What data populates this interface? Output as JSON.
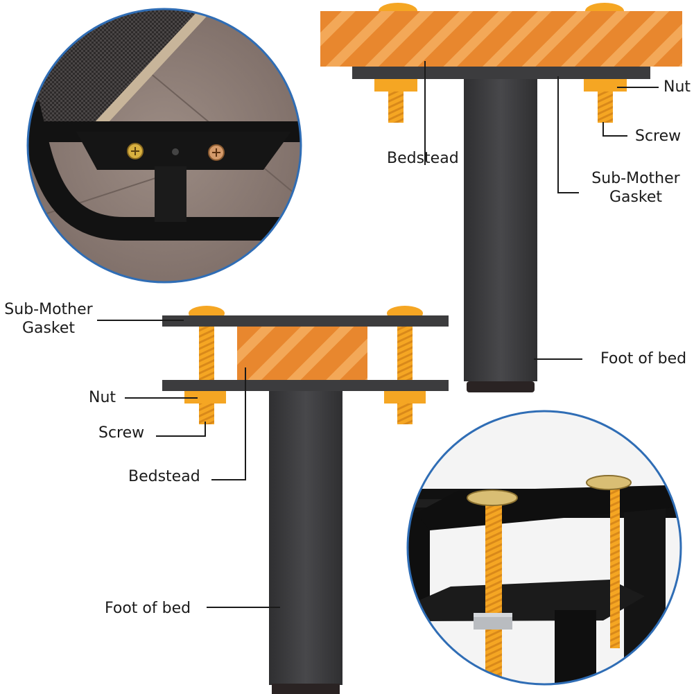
{
  "colors": {
    "wood": "#e8872e",
    "wood_stripe": "#f6b469",
    "steel": "#3c3c3e",
    "brass": "#f5a623",
    "leader": "#1a1a1a",
    "circle_ring": "#2f6db5"
  },
  "icons": {
    "top_left_photo": "bed-corner-bracket-photo",
    "bottom_right_photo": "bracket-screws-closeup-photo"
  },
  "top_diagram": {
    "labels": {
      "nut": "Nut",
      "screw": "Screw",
      "bedstead": "Bedstead",
      "gasket_line1": "Sub-Mother",
      "gasket_line2": "Gasket",
      "foot": "Foot of bed"
    }
  },
  "bottom_diagram": {
    "labels": {
      "gasket_line1": "Sub-Mother",
      "gasket_line2": "Gasket",
      "nut": "Nut",
      "screw": "Screw",
      "bedstead": "Bedstead",
      "foot": "Foot of bed"
    }
  }
}
